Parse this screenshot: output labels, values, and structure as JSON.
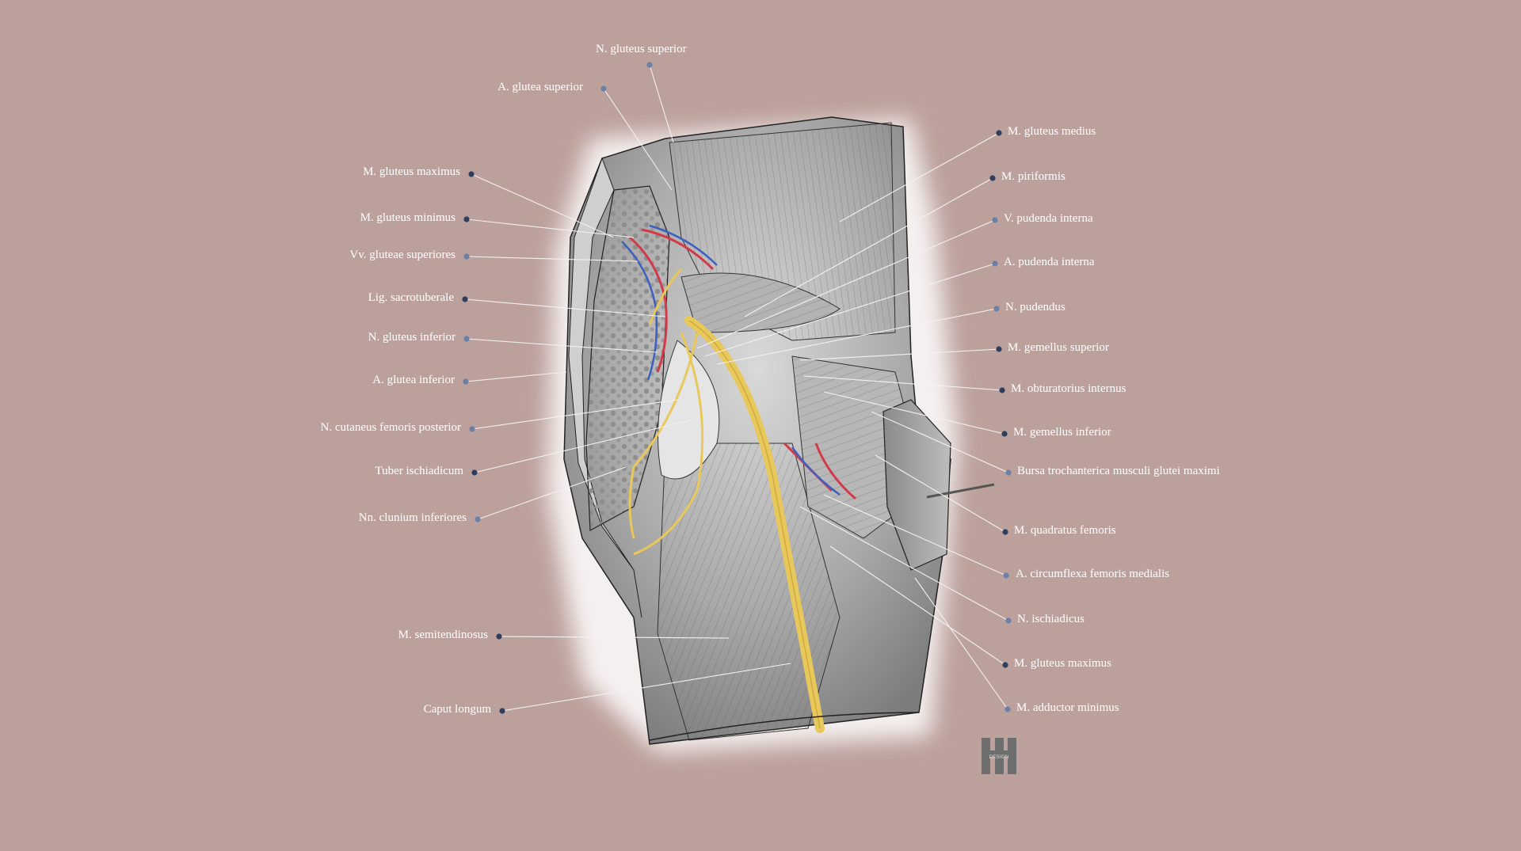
{
  "colors": {
    "background": "#bca09b",
    "label_text": "#ffffff",
    "leader_line": "#f4f1f0",
    "dot_dark": "#2e3e5e",
    "dot_light": "#6b80a8",
    "nerve": "#e8c85a",
    "artery": "#d23a4a",
    "vein": "#3d5fc0",
    "muscle": "#9a9a9a"
  },
  "labels_left": [
    "N. gluteus superior",
    "A. glutea superior",
    "M. gluteus maximus",
    "M. gluteus minimus",
    "Vv. gluteae superiores",
    "Lig. sacrotuberale",
    "N. gluteus inferior",
    "A. glutea inferior",
    "N. cutaneus femoris posterior",
    "Tuber ischiadicum",
    "Nn. clunium inferiores",
    "M. semitendinosus",
    "Caput longum"
  ],
  "labels_right": [
    "M. gluteus medius",
    "M. piriformis",
    "V. pudenda interna",
    "A. pudenda interna",
    "N. pudendus",
    "M. gemellus superior",
    "M. obturatorius internus",
    "M. gemellus inferior",
    "Bursa trochanterica musculi glutei maximi",
    "M. quadratus femoris",
    "A. circumflexa femoris medialis",
    "N. ischiadicus",
    "M. gluteus maximus",
    "M. adductor minimus"
  ],
  "logo": {
    "text": "DESIGN",
    "icon": "hh-logo-icon"
  }
}
